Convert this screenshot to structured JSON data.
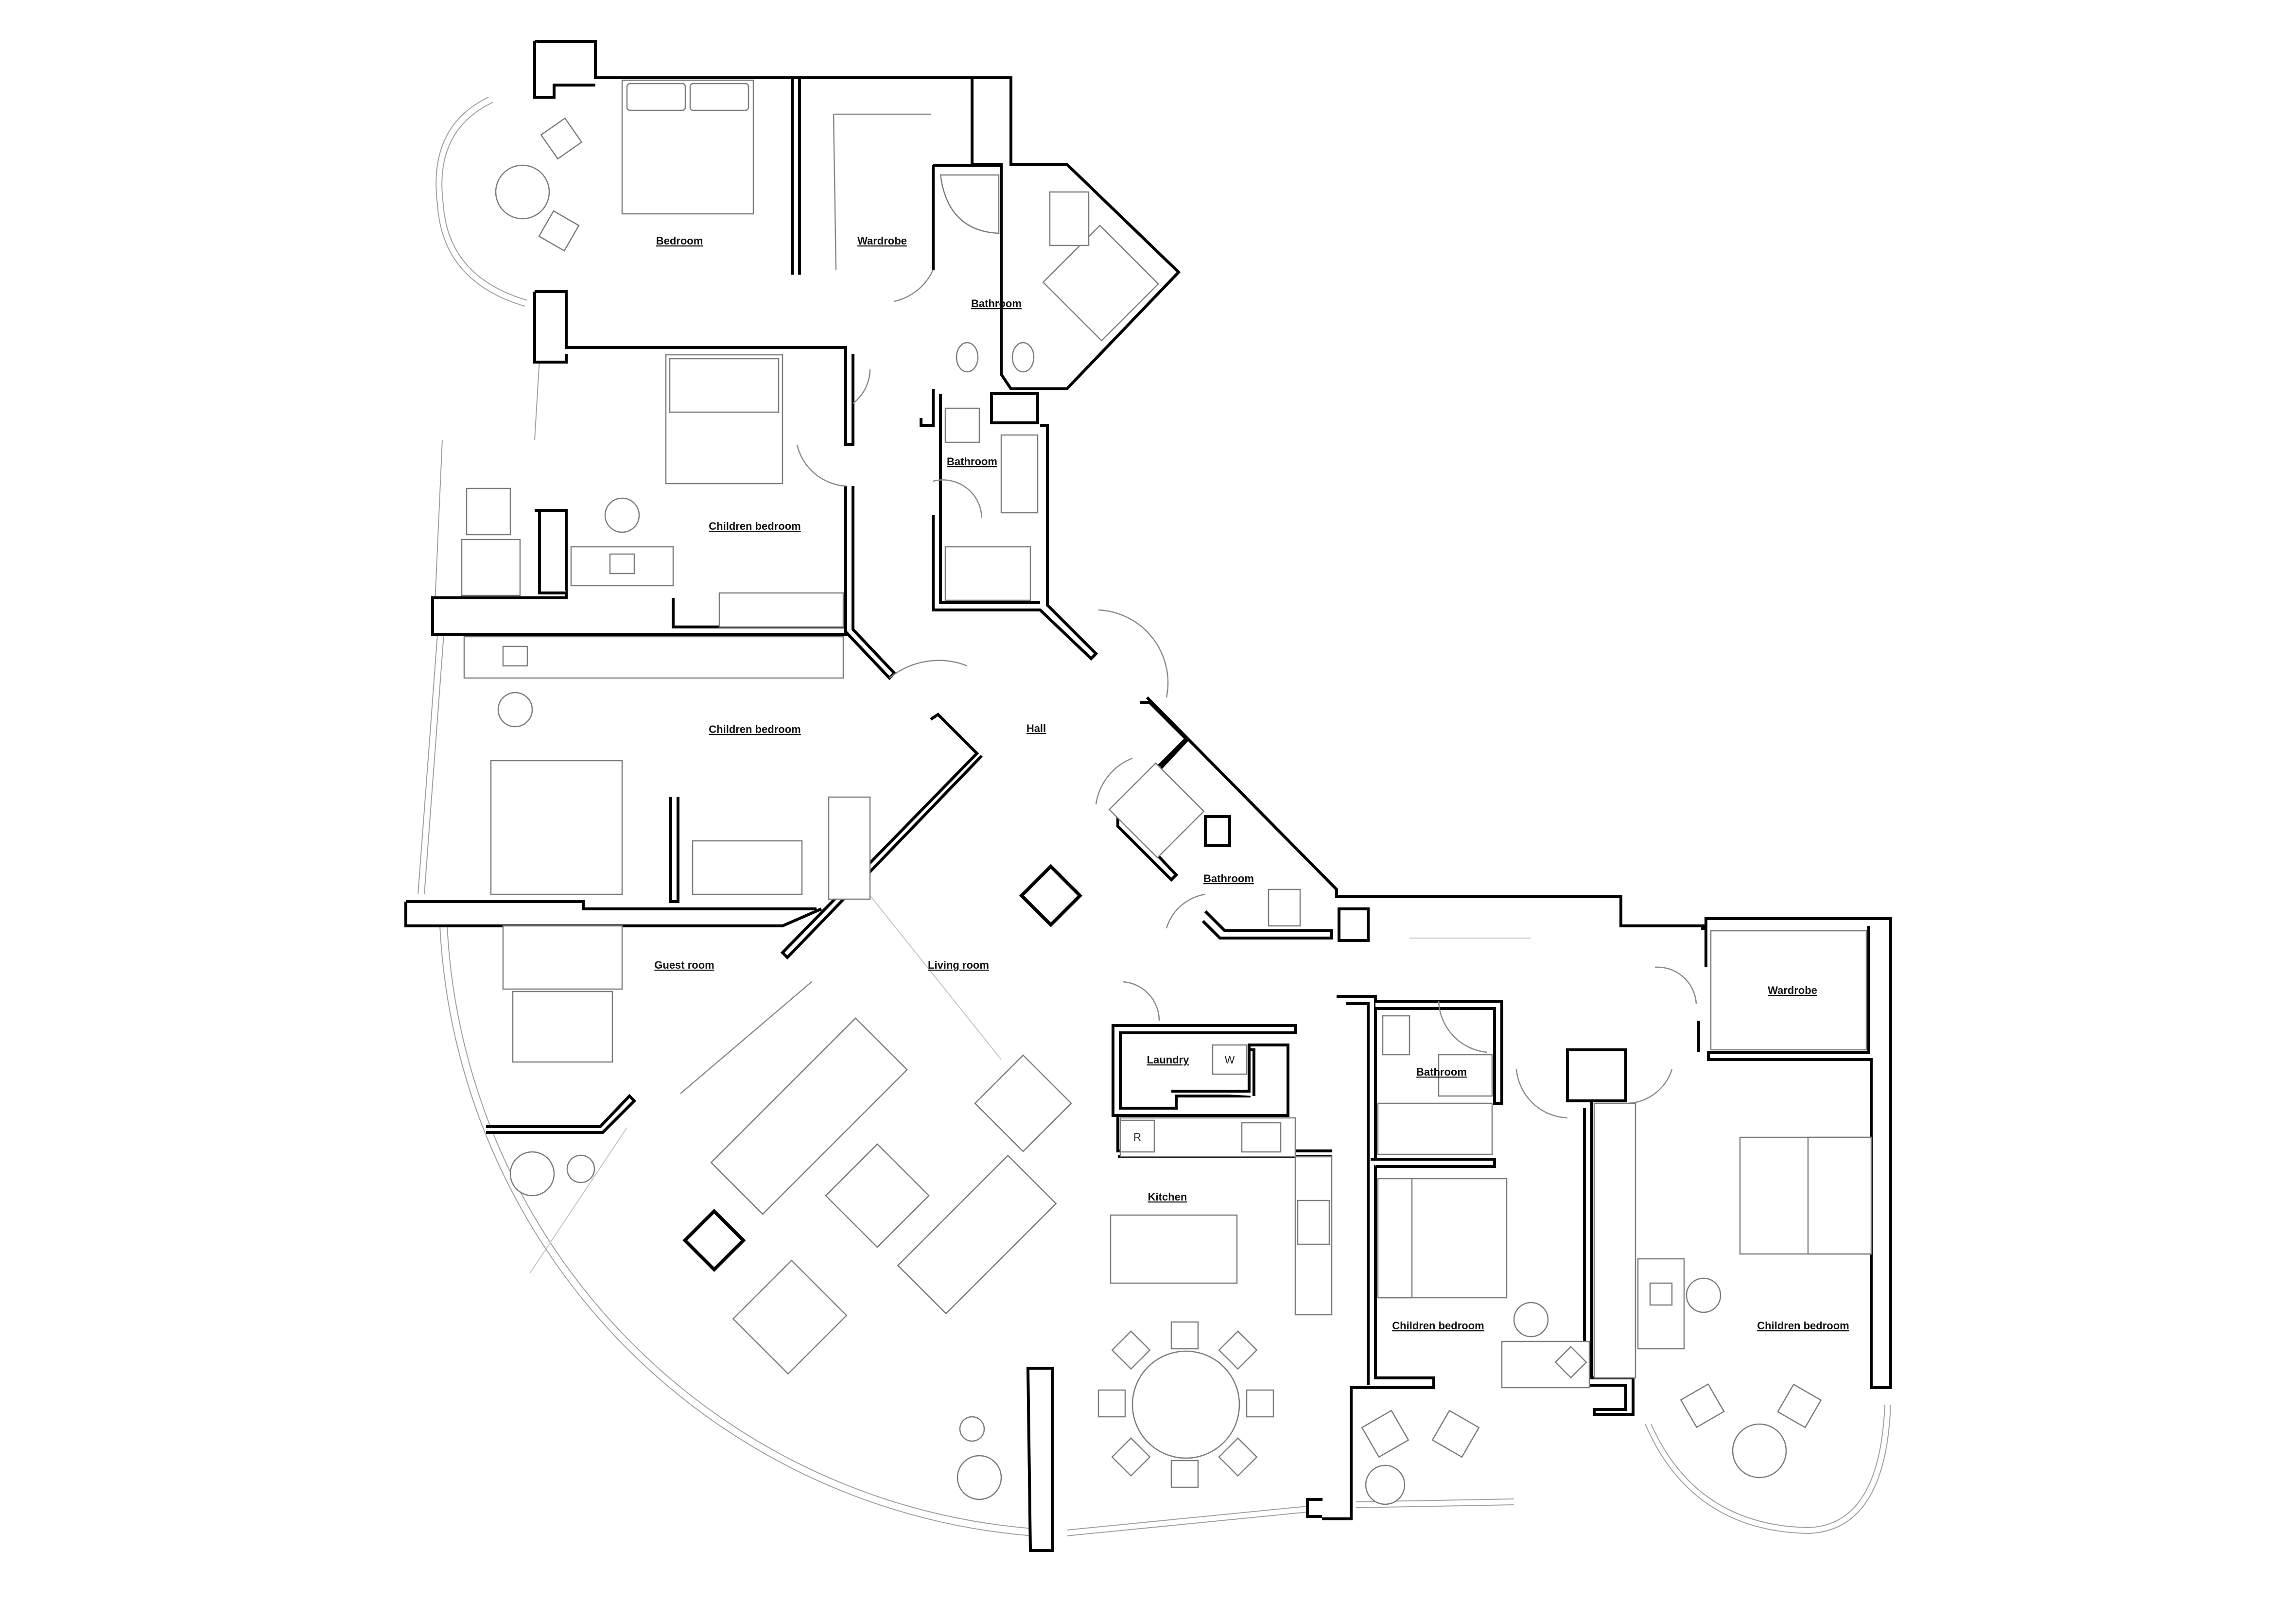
{
  "plan": {
    "rooms": [
      {
        "id": "bedroom",
        "label": "Bedroom"
      },
      {
        "id": "wardrobe_top",
        "label": "Wardrobe"
      },
      {
        "id": "bathroom_master",
        "label": "Bathroom"
      },
      {
        "id": "bathroom_small",
        "label": "Bathroom"
      },
      {
        "id": "children_bedroom_1",
        "label": "Children bedroom"
      },
      {
        "id": "children_bedroom_2",
        "label": "Children bedroom"
      },
      {
        "id": "hall",
        "label": "Hall"
      },
      {
        "id": "bathroom_hall",
        "label": "Bathroom"
      },
      {
        "id": "guest_room",
        "label": "Guest room"
      },
      {
        "id": "living_room",
        "label": "Living room"
      },
      {
        "id": "laundry",
        "label": "Laundry"
      },
      {
        "id": "bathroom_east",
        "label": "Bathroom"
      },
      {
        "id": "wardrobe_east",
        "label": "Wardrobe"
      },
      {
        "id": "kitchen",
        "label": "Kitchen"
      },
      {
        "id": "children_bedroom_3",
        "label": "Children bedroom"
      },
      {
        "id": "children_bedroom_4",
        "label": "Children bedroom"
      }
    ],
    "appliances": {
      "washer": "W",
      "fridge": "R"
    }
  }
}
